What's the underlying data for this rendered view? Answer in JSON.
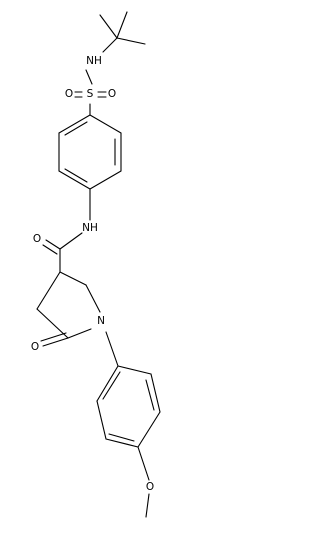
{
  "molecule": {
    "atom_labels": {
      "nh_sulfonamide": "NH",
      "sulfur": "S",
      "sulfonyl_oxygen_left": "O",
      "sulfonyl_oxygen_right": "O",
      "nh_amide": "NH",
      "carbonyl_oxygen_amide": "O",
      "ring_nitrogen": "N",
      "carbonyl_oxygen_lactam": "O",
      "methoxy_oxygen": "O"
    }
  }
}
